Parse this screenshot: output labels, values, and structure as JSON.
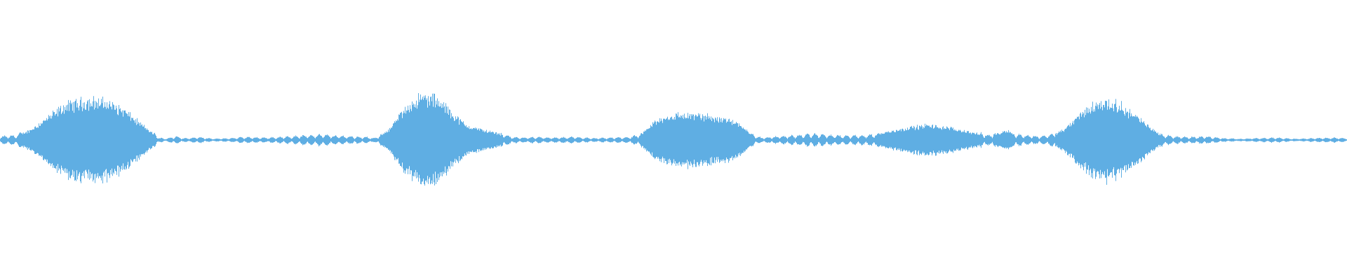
{
  "waveform": {
    "color": "#5FAEE3",
    "background": "#FFFFFF",
    "amplitude_envelope": [
      [
        0.0,
        0.06
      ],
      [
        0.012,
        0.08
      ],
      [
        0.022,
        0.2
      ],
      [
        0.035,
        0.45
      ],
      [
        0.048,
        0.7
      ],
      [
        0.06,
        0.78
      ],
      [
        0.07,
        0.8
      ],
      [
        0.08,
        0.76
      ],
      [
        0.092,
        0.6
      ],
      [
        0.1,
        0.42
      ],
      [
        0.108,
        0.25
      ],
      [
        0.114,
        0.12
      ],
      [
        0.118,
        0.04
      ],
      [
        0.122,
        0.02
      ],
      [
        0.13,
        0.06
      ],
      [
        0.137,
        0.03
      ],
      [
        0.148,
        0.05
      ],
      [
        0.158,
        0.02
      ],
      [
        0.17,
        0.03
      ],
      [
        0.182,
        0.05
      ],
      [
        0.195,
        0.04
      ],
      [
        0.208,
        0.05
      ],
      [
        0.222,
        0.07
      ],
      [
        0.238,
        0.09
      ],
      [
        0.25,
        0.07
      ],
      [
        0.262,
        0.06
      ],
      [
        0.272,
        0.05
      ],
      [
        0.278,
        0.03
      ],
      [
        0.282,
        0.08
      ],
      [
        0.29,
        0.25
      ],
      [
        0.298,
        0.55
      ],
      [
        0.306,
        0.78
      ],
      [
        0.314,
        0.88
      ],
      [
        0.322,
        0.85
      ],
      [
        0.33,
        0.7
      ],
      [
        0.338,
        0.48
      ],
      [
        0.346,
        0.3
      ],
      [
        0.356,
        0.22
      ],
      [
        0.366,
        0.16
      ],
      [
        0.375,
        0.1
      ],
      [
        0.38,
        0.05
      ],
      [
        0.388,
        0.04
      ],
      [
        0.398,
        0.05
      ],
      [
        0.412,
        0.04
      ],
      [
        0.426,
        0.05
      ],
      [
        0.44,
        0.03
      ],
      [
        0.455,
        0.04
      ],
      [
        0.468,
        0.05
      ],
      [
        0.476,
        0.1
      ],
      [
        0.485,
        0.35
      ],
      [
        0.495,
        0.48
      ],
      [
        0.507,
        0.52
      ],
      [
        0.52,
        0.5
      ],
      [
        0.532,
        0.46
      ],
      [
        0.544,
        0.4
      ],
      [
        0.552,
        0.28
      ],
      [
        0.558,
        0.1
      ],
      [
        0.565,
        0.04
      ],
      [
        0.578,
        0.06
      ],
      [
        0.592,
        0.08
      ],
      [
        0.605,
        0.1
      ],
      [
        0.618,
        0.08
      ],
      [
        0.63,
        0.07
      ],
      [
        0.642,
        0.08
      ],
      [
        0.65,
        0.1
      ],
      [
        0.658,
        0.16
      ],
      [
        0.672,
        0.24
      ],
      [
        0.688,
        0.3
      ],
      [
        0.702,
        0.26
      ],
      [
        0.714,
        0.2
      ],
      [
        0.722,
        0.15
      ],
      [
        0.728,
        0.12
      ],
      [
        0.734,
        0.08
      ],
      [
        0.742,
        0.14
      ],
      [
        0.748,
        0.2
      ],
      [
        0.754,
        0.1
      ],
      [
        0.762,
        0.08
      ],
      [
        0.772,
        0.06
      ],
      [
        0.782,
        0.1
      ],
      [
        0.792,
        0.25
      ],
      [
        0.802,
        0.52
      ],
      [
        0.812,
        0.72
      ],
      [
        0.822,
        0.78
      ],
      [
        0.832,
        0.7
      ],
      [
        0.842,
        0.52
      ],
      [
        0.852,
        0.3
      ],
      [
        0.862,
        0.1
      ],
      [
        0.872,
        0.06
      ],
      [
        0.884,
        0.05
      ],
      [
        0.896,
        0.06
      ],
      [
        0.908,
        0.03
      ],
      [
        0.92,
        0.02
      ],
      [
        0.934,
        0.03
      ],
      [
        0.948,
        0.04
      ],
      [
        0.962,
        0.02
      ],
      [
        0.976,
        0.03
      ],
      [
        0.988,
        0.04
      ],
      [
        1.0,
        0.03
      ]
    ]
  }
}
